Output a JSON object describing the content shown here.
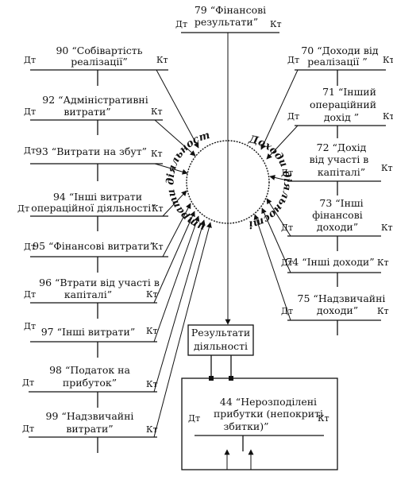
{
  "center": {
    "left_text": "Витрати діяльності",
    "right_text": "Доходи діяльності"
  },
  "top_account": {
    "lines": [
      "79 “Фінансові",
      "результати”"
    ],
    "dt": "Дт",
    "kt": "Кт"
  },
  "expense_accounts": [
    {
      "lines": [
        "90 “Собівартість",
        "реалізації”"
      ],
      "dt": "Дт",
      "kt": "Кт"
    },
    {
      "lines": [
        "92 “Адміністративні",
        "витрати”"
      ],
      "dt": "Дт",
      "kt": "Кт"
    },
    {
      "lines": [
        "93 “Витрати на збут”"
      ],
      "dt": "Дт",
      "kt": "Кт"
    },
    {
      "lines": [
        "94 “Інші витрати",
        "операційної діяльності”"
      ],
      "dt": "Дт",
      "kt": "Кт"
    },
    {
      "lines": [
        "95 “Фінансові витрати”"
      ],
      "dt": "Дт",
      "kt": "Кт"
    },
    {
      "lines": [
        "96 “Втрати від участі в",
        "капіталі”"
      ],
      "dt": "Дт",
      "kt": "Кт"
    },
    {
      "lines": [
        "97 “Інші витрати”"
      ],
      "dt": "Дт",
      "kt": "Кт"
    },
    {
      "lines": [
        "98 “Податок на",
        "прибуток”"
      ],
      "dt": "Дт",
      "kt": "Кт"
    },
    {
      "lines": [
        "99 “Надзвичайні",
        "витрати”"
      ],
      "dt": "Дт",
      "kt": "Кт"
    }
  ],
  "income_accounts": [
    {
      "lines": [
        "70 “Доходи від",
        "реалізації ”"
      ],
      "dt": "Дт",
      "kt": "Кт"
    },
    {
      "lines": [
        "71 “Інший",
        "операційний",
        "дохід ”"
      ],
      "dt": "Дт",
      "kt": "Кт"
    },
    {
      "lines": [
        "72 “Дохід",
        "від участі в",
        "капіталі”"
      ],
      "dt": "Дт",
      "kt": "Кт"
    },
    {
      "lines": [
        "73 “Інші",
        "фінансові",
        "доходи”"
      ],
      "dt": "Дт",
      "kt": "Кт"
    },
    {
      "lines": [
        "74 “Інші доходи”"
      ],
      "dt": "Дт",
      "kt": "Кт"
    },
    {
      "lines": [
        "75 “Надзвичайні",
        "доходи”"
      ],
      "dt": "Дт",
      "kt": "Кт"
    }
  ],
  "results_box": {
    "lines": [
      "Результати",
      "діяльності"
    ]
  },
  "retained_account": {
    "lines": [
      "44 “Нерозподілені",
      "прибутки (непокриті",
      "збитки)”"
    ],
    "dt": "Дт",
    "kt": "Кт"
  }
}
